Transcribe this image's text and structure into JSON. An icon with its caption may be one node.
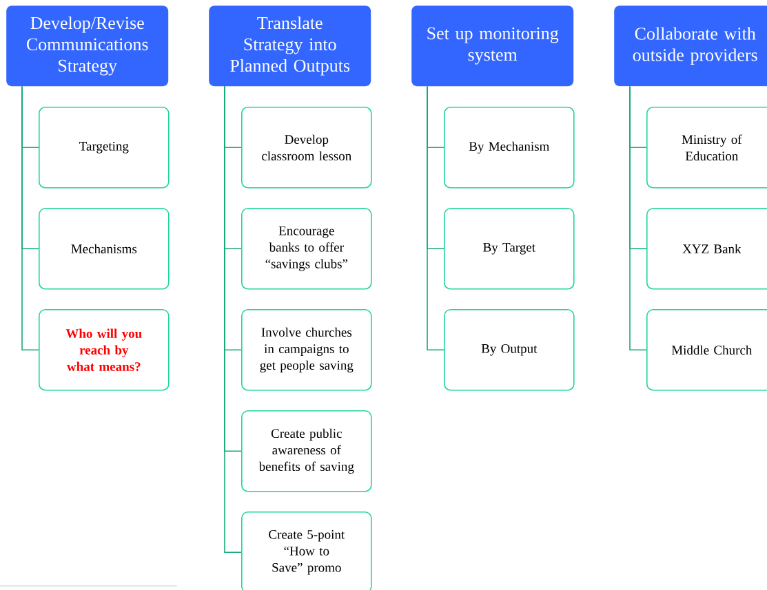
{
  "diagram": {
    "nodes": [
      {
        "text": [
          "Develop/Revise Communications Strategy"
        ]
      },
      {
        "text": [
          "Targeting"
        ]
      },
      {
        "text": [
          "Mechanisms"
        ]
      },
      {
        "text": [
          "Who will you reach by what means?"
        ]
      },
      {
        "text": [
          "Translate Strategy into Planned Outputs"
        ]
      },
      {
        "text": [
          "Develop classroom lesson"
        ]
      },
      {
        "text": [
          "Encourage banks to offer “savings clubs”"
        ]
      },
      {
        "text": [
          "Involve churches in campaigns to get people saving"
        ]
      },
      {
        "text": [
          "Create public awareness of benefits of saving"
        ]
      },
      {
        "text": [
          "Create 5-point “How to Save” promo"
        ]
      },
      {
        "text": [
          "Set up monitoring system"
        ]
      },
      {
        "text": [
          "By Mechanism"
        ]
      },
      {
        "text": [
          "By Target"
        ]
      },
      {
        "text": [
          "By Output"
        ]
      },
      {
        "text": [
          "Collaborate with outside providers"
        ]
      },
      {
        "text": [
          "Ministry of Education"
        ]
      },
      {
        "text": [
          "XYZ Bank"
        ]
      },
      {
        "text": [
          "Middle Church"
        ]
      }
    ],
    "edges": [
      {
        "from": 0,
        "to": 1,
        "arrow": "none"
      },
      {
        "from": 0,
        "to": 2,
        "arrow": "none"
      },
      {
        "from": 0,
        "to": 3,
        "arrow": "none"
      },
      {
        "from": 4,
        "to": 5,
        "arrow": "none"
      },
      {
        "from": 4,
        "to": 6,
        "arrow": "none"
      },
      {
        "from": 4,
        "to": 7,
        "arrow": "none"
      },
      {
        "from": 4,
        "to": 8,
        "arrow": "none"
      },
      {
        "from": 4,
        "to": 9,
        "arrow": "none"
      },
      {
        "from": 10,
        "to": 11,
        "arrow": "none"
      },
      {
        "from": 10,
        "to": 12,
        "arrow": "none"
      },
      {
        "from": 10,
        "to": 13,
        "arrow": "none"
      },
      {
        "from": 14,
        "to": 15,
        "arrow": "none"
      },
      {
        "from": 14,
        "to": 16,
        "arrow": "none"
      },
      {
        "from": 14,
        "to": 17,
        "arrow": "none"
      }
    ]
  }
}
